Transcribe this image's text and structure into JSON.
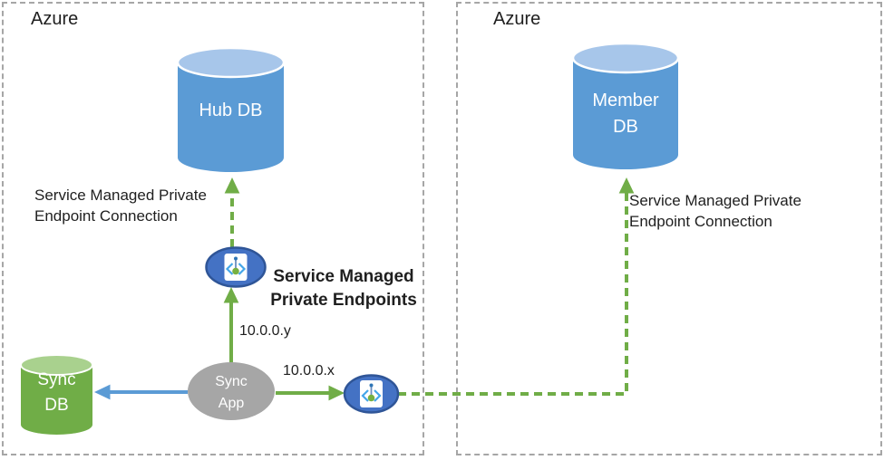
{
  "regions": {
    "left": {
      "label": "Azure"
    },
    "right": {
      "label": "Azure"
    }
  },
  "nodes": {
    "hub_db": {
      "label": "Hub DB"
    },
    "member_db": {
      "line1": "Member",
      "line2": "DB"
    },
    "sync_db": {
      "line1": "Sync",
      "line2": "DB"
    },
    "sync_app": {
      "line1": "Sync",
      "line2": "App"
    }
  },
  "labels": {
    "left_connection": {
      "line1": "Service Managed Private",
      "line2": "Endpoint Connection"
    },
    "right_connection": {
      "line1": "Service Managed Private",
      "line2": "Endpoint Connection"
    },
    "private_endpoints": {
      "line1": "Service Managed",
      "line2": "Private Endpoints"
    },
    "ip_y": "10.0.0.y",
    "ip_x": "10.0.0.x"
  },
  "icons": {
    "private_endpoint": "private-link-icon"
  },
  "colors": {
    "db_blue": "#5B9BD5",
    "db_blue_top": "#A7C6EA",
    "db_green": "#70AD47",
    "db_green_top": "#A9D18E",
    "app_gray": "#A6A6A6",
    "endpoint_fill": "#4472C4",
    "endpoint_border": "#2F5597",
    "arrow_blue": "#5B9BD5",
    "arrow_green": "#70AD47",
    "region_border": "#A6A6A6",
    "glyph_blue": "#45A6E8",
    "glyph_green": "#76B041"
  }
}
